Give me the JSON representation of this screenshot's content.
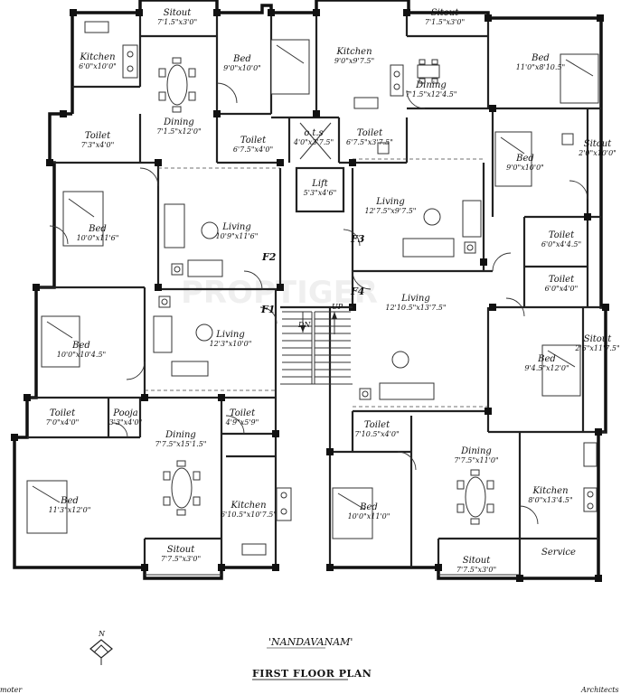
{
  "plan": {
    "name": "'NANDAVANAM'",
    "title": "FIRST FLOOR PLAN",
    "watermark": "PROPTIGER",
    "footer_left": "moter",
    "footer_right": "Architects",
    "north": "N"
  },
  "rooms": [
    {
      "id": "sitout-tl",
      "name": "Sitout",
      "dim": "7'1.5\"x3'0\""
    },
    {
      "id": "kitchen-tl",
      "name": "Kitchen",
      "dim": "6'0\"x10'0\""
    },
    {
      "id": "dining-tl",
      "name": "Dining",
      "dim": "7'1.5\"x12'0\""
    },
    {
      "id": "bed-tl",
      "name": "Bed",
      "dim": "9'0\"x10'0\""
    },
    {
      "id": "toilet-1",
      "name": "Toilet",
      "dim": "7'3\"x4'0\""
    },
    {
      "id": "toilet-2",
      "name": "Toilet",
      "dim": "6'7.5\"x4'0\""
    },
    {
      "id": "otb",
      "name": "o.t.s",
      "dim": "4'0\"x3'7.5\""
    },
    {
      "id": "kitchen-tr",
      "name": "Kitchen",
      "dim": "9'0\"x9'7.5\""
    },
    {
      "id": "sitout-tr",
      "name": "Sitout",
      "dim": "7'1.5\"x3'0\""
    },
    {
      "id": "dining-tr",
      "name": "Dining",
      "dim": "7'1.5\"x12'4.5\""
    },
    {
      "id": "bed-tr",
      "name": "Bed",
      "dim": "11'0\"x8'10.5\""
    },
    {
      "id": "toilet-3",
      "name": "Toilet",
      "dim": "6'7.5\"x3'7.5\""
    },
    {
      "id": "bed-l1",
      "name": "Bed",
      "dim": "10'0\"x11'6\""
    },
    {
      "id": "living-l1",
      "name": "Living",
      "dim": "10'9\"x11'6\""
    },
    {
      "id": "lift",
      "name": "Lift",
      "dim": "5'3\"x4'6\""
    },
    {
      "id": "living-c1",
      "name": "Living",
      "dim": "12'7.5\"x9'7.5\""
    },
    {
      "id": "bed-r1",
      "name": "Bed",
      "dim": "9'0\"x10'0\""
    },
    {
      "id": "sitout-r1",
      "name": "Sitout",
      "dim": "2'0\"x10'0\""
    },
    {
      "id": "toilet-4",
      "name": "Toilet",
      "dim": "6'0\"x4'4.5\""
    },
    {
      "id": "toilet-5",
      "name": "Toilet",
      "dim": "6'0\"x4'0\""
    },
    {
      "id": "bed-l2",
      "name": "Bed",
      "dim": "10'0\"x10'4.5\""
    },
    {
      "id": "living-l2",
      "name": "Living",
      "dim": "12'3\"x10'0\""
    },
    {
      "id": "living-c2",
      "name": "Living",
      "dim": "12'10.5\"x13'7.5\""
    },
    {
      "id": "bed-r2",
      "name": "Bed",
      "dim": "9'4.5\"x12'0\""
    },
    {
      "id": "sitout-r2",
      "name": "Sitout",
      "dim": "2'6\"x11'7.5\""
    },
    {
      "id": "toilet-6",
      "name": "Toilet",
      "dim": "7'0\"x4'0\""
    },
    {
      "id": "pooja",
      "name": "Pooja",
      "dim": "3'3\"x4'0\""
    },
    {
      "id": "toilet-7",
      "name": "Toilet",
      "dim": "4'9\"x5'9\""
    },
    {
      "id": "dining-bl",
      "name": "Dining",
      "dim": "7'7.5\"x15'1.5\""
    },
    {
      "id": "toilet-8",
      "name": "Toilet",
      "dim": "7'10.5\"x4'0\""
    },
    {
      "id": "dining-br",
      "name": "Dining",
      "dim": "7'7.5\"x11'0\""
    },
    {
      "id": "bed-bl",
      "name": "Bed",
      "dim": "11'3\"x12'0\""
    },
    {
      "id": "kitchen-bl",
      "name": "Kitchen",
      "dim": "6'10.5\"x10'7.5\""
    },
    {
      "id": "bed-bc",
      "name": "Bed",
      "dim": "10'0\"x11'0\""
    },
    {
      "id": "kitchen-br",
      "name": "Kitchen",
      "dim": "8'0\"x13'4.5\""
    },
    {
      "id": "service",
      "name": "Service",
      "dim": ""
    },
    {
      "id": "sitout-bl",
      "name": "Sitout",
      "dim": "7'7.5\"x3'0\""
    },
    {
      "id": "sitout-br",
      "name": "Sitout",
      "dim": "7'7.5\"x3'0\""
    }
  ],
  "flats": {
    "f1": "F1",
    "f2": "F2",
    "f3": "F3",
    "f4": "F4"
  },
  "stair": {
    "dn": "DN",
    "up": "UP"
  }
}
